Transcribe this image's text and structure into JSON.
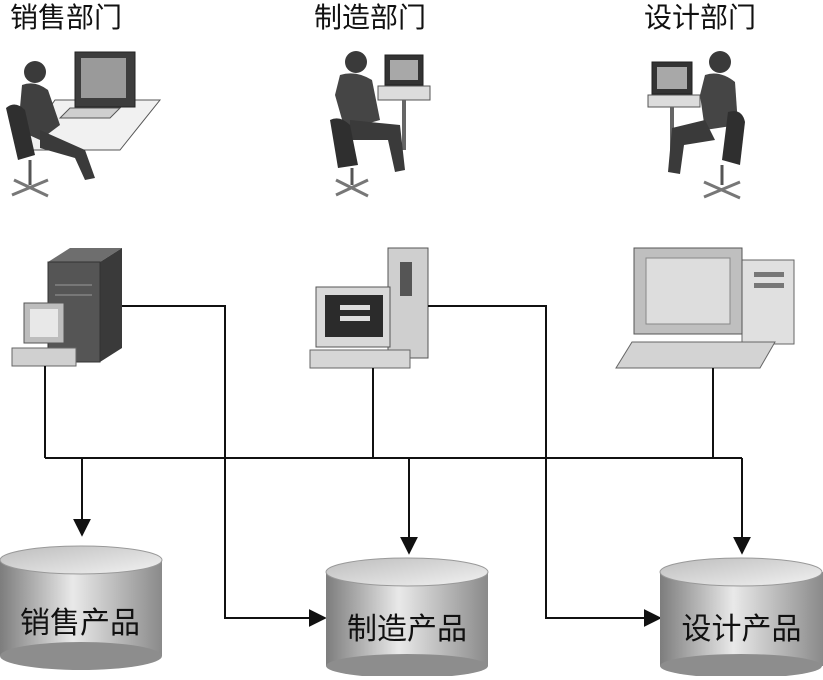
{
  "departments": [
    {
      "label": "销售部门"
    },
    {
      "label": "制造部门"
    },
    {
      "label": "设计部门"
    }
  ],
  "databases": [
    {
      "label": "销售产品"
    },
    {
      "label": "制造产品"
    },
    {
      "label": "设计产品"
    }
  ],
  "colors": {
    "line": "#111111",
    "figure": "#3a3a3a",
    "machine_dark": "#4a4a4a",
    "machine_light": "#d8d8d8",
    "cylinder_light": "#e6e6e6",
    "cylinder_dark": "#8a8a8a"
  }
}
